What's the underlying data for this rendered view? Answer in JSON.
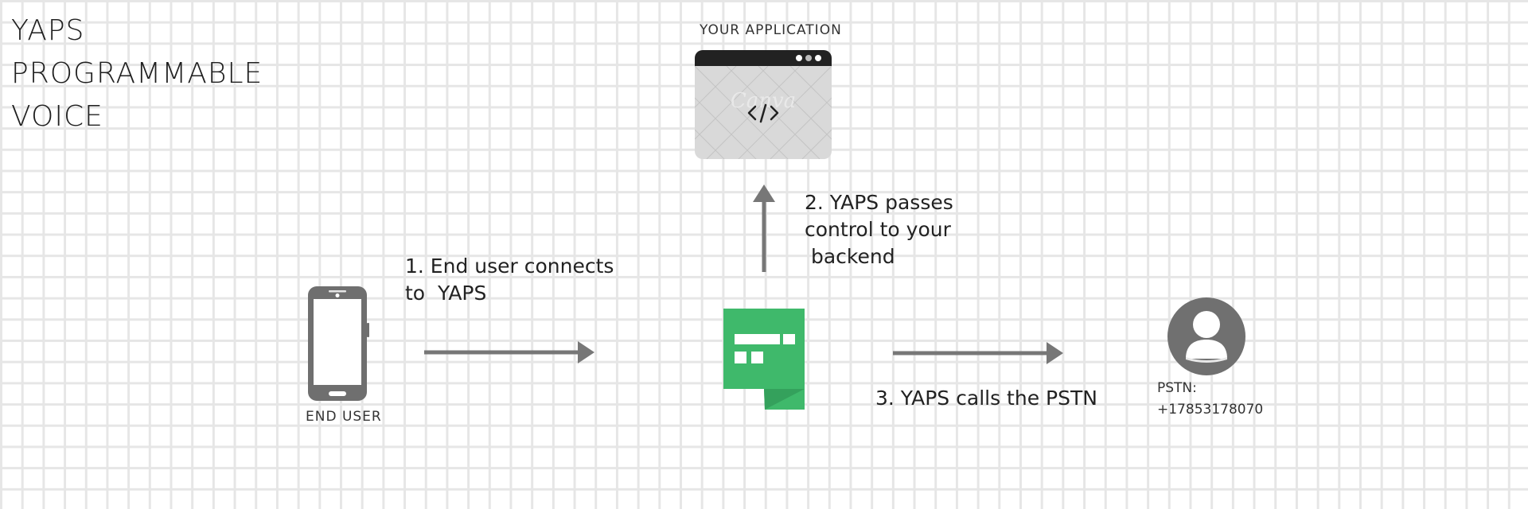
{
  "diagram": {
    "title_lines": [
      "YAPS  PROGRAMMABLE",
      "VOICE"
    ],
    "application": {
      "label": "YOUR  APPLICATION",
      "icon": "code-window-icon",
      "watermark": "Canva"
    },
    "end_user": {
      "label": "END  USER",
      "icon": "smartphone-icon"
    },
    "yaps_node": {
      "icon": "chat-bubble-icon",
      "color": "#3fb96b"
    },
    "pstn": {
      "icon": "user-avatar-icon",
      "label_line1": "PSTN:",
      "label_line2": "+17853178070"
    },
    "steps": [
      {
        "lines": [
          "1. End user connects",
          "to  YAPS"
        ]
      },
      {
        "lines": [
          "2. YAPS passes",
          "control to your",
          " backend"
        ]
      },
      {
        "lines": [
          "3. YAPS calls the PSTN"
        ]
      }
    ],
    "colors": {
      "arrow": "#777777",
      "icon_gray": "#6f6f6f",
      "window_bar": "#222222",
      "window_body": "#d9d9d9"
    }
  }
}
